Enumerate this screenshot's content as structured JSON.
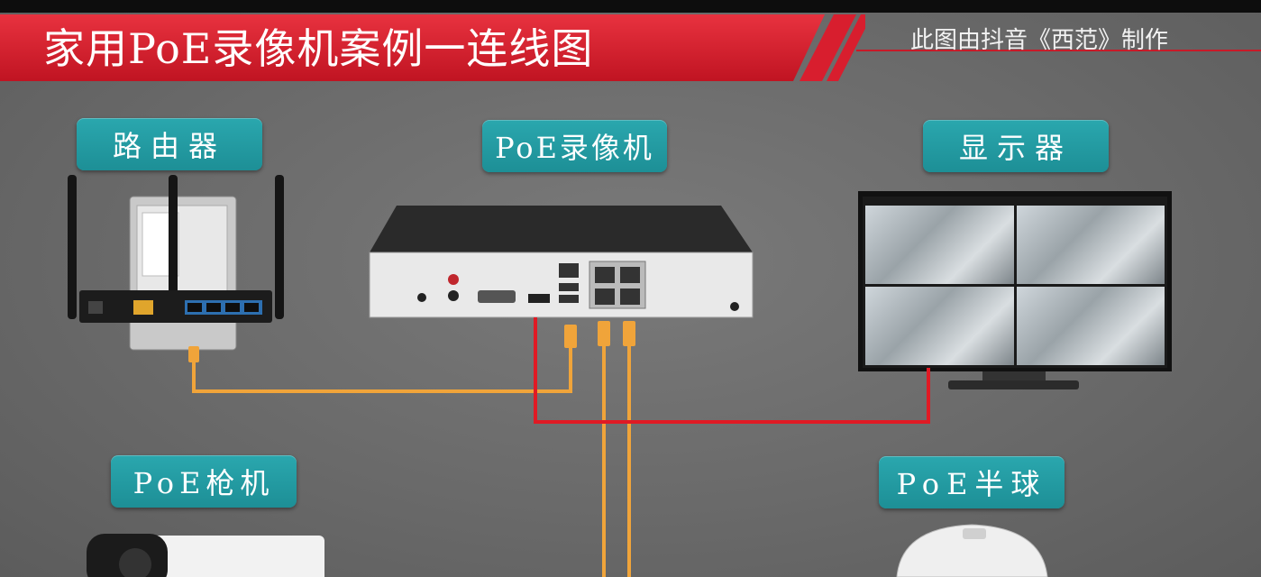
{
  "title": "家用PoE录像机案例一连线图",
  "credit": "此图由抖音《西范》制作",
  "labels": {
    "router": "路由器",
    "nvr": "PoE录像机",
    "monitor": "显示器",
    "bullet_camera": "PoE枪机",
    "dome_camera": "PoE半球"
  },
  "colors": {
    "banner_red": "#d81e2e",
    "label_teal": "#1f9aa1",
    "network_cable": "#f0a43a",
    "hdmi_cable": "#e01a24"
  }
}
